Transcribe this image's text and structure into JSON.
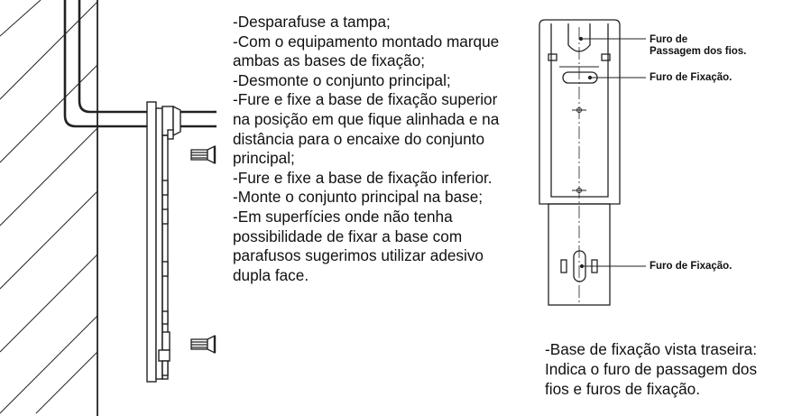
{
  "instructions": [
    "-Desparafuse a tampa;",
    "-Com o equipamento montado marque ambas as bases de fixação;",
    "-Desmonte o conjunto principal;",
    "-Fure e fixe a base de fixação superior na posição em que fique alinhada e na distância para o encaixe do conjunto principal;",
    "-Fure e fixe a base de fixação inferior.",
    "-Monte o conjunto principal na base;",
    "-Em superfícies onde não tenha possibilidade de fixar a base com parafusos sugerimos utilizar adesivo dupla face."
  ],
  "callouts": {
    "wire_hole_line1": "Furo de",
    "wire_hole_line2": "Passagem dos fios.",
    "fixing_hole_top": "Furo de Fixação.",
    "fixing_hole_bottom": "Furo de Fixação."
  },
  "caption": {
    "line1": "-Base de fixação vista traseira:",
    "line2": "Indica o furo de passagem dos",
    "line3": "fios e furos de fixação."
  }
}
